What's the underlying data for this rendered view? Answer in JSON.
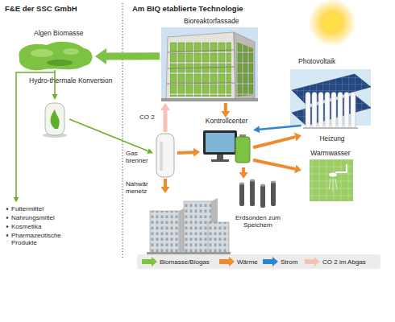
{
  "diagram": {
    "nodes": [
      {
        "text": [
          "Bioreaktorfassade"
        ]
      },
      {
        "text": [
          "Photovoltaik"
        ]
      },
      {
        "text": [
          "Algen Biomasse"
        ]
      },
      {
        "text": [
          "Hydro-thermale Konversion"
        ]
      },
      {
        "text": [
          "Kontrollcenter"
        ]
      },
      {
        "text": [
          "Gas brenner"
        ]
      },
      {
        "text": [
          "Heizung"
        ]
      },
      {
        "text": [
          "Warmwasser"
        ]
      },
      {
        "text": [
          "Nahwär menetz"
        ]
      },
      {
        "text": [
          "Erdsonden zum Speichern"
        ]
      }
    ],
    "edges": [
      {
        "from": 0,
        "to": 2,
        "arrow": "to"
      },
      {
        "from": 2,
        "to": 3,
        "arrow": "to"
      },
      {
        "from": 3,
        "to": 5,
        "arrow": "to"
      },
      {
        "from": 5,
        "to": 0,
        "label": "CO 2",
        "arrow": "to"
      },
      {
        "from": 0,
        "to": 4,
        "arrow": "to"
      },
      {
        "from": 1,
        "to": 4,
        "arrow": "to"
      },
      {
        "from": 5,
        "to": 4,
        "arrow": "to"
      },
      {
        "from": 5,
        "to": 8,
        "arrow": "to"
      },
      {
        "from": 4,
        "to": 6,
        "arrow": "to"
      },
      {
        "from": 4,
        "to": 7,
        "arrow": "to"
      },
      {
        "from": 4,
        "to": 9,
        "arrow": "to"
      }
    ],
    "labels": [
      "F&E der SSC GmbH",
      "Am BIQ etablierte Technologie",
      "Futtermittel",
      "Nahrungsmittel",
      "Kosmetika",
      "Pharmazeutische Produkte"
    ],
    "legend": [
      {
        "text": "Biomasse/Biogas"
      },
      {
        "text": "Wärme"
      },
      {
        "text": "Strom"
      },
      {
        "text": "CO 2 im Abgas"
      }
    ]
  }
}
